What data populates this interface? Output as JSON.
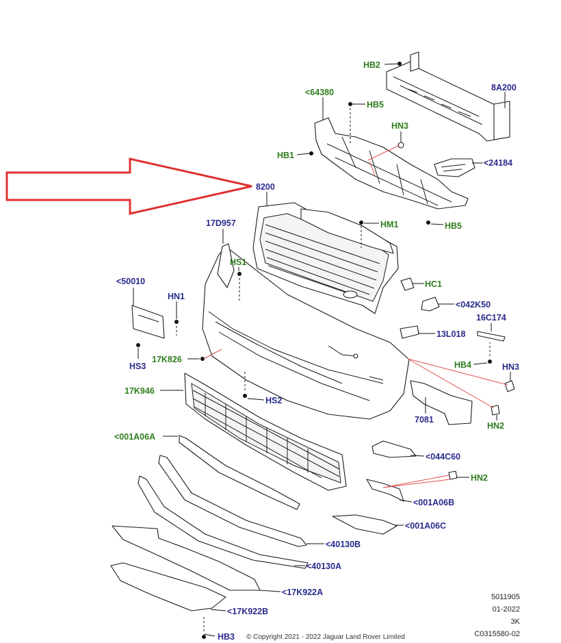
{
  "callouts": {
    "hb2": "HB2",
    "a8a200": "8A200",
    "p64380": "<64380",
    "hb5_top": "HB5",
    "hn3_top": "HN3",
    "hb1": "HB1",
    "p24184": "<24184",
    "a8200": "8200",
    "hm1": "HM1",
    "hb5_mid": "HB5",
    "d17d957": "17D957",
    "hs1": "HS1",
    "hc1": "HC1",
    "p042k50": "<042K50",
    "p50010": "<50010",
    "hn1": "HN1",
    "c16c174": "16C174",
    "l13l018": "13L018",
    "k17k826": "17K826",
    "hs3": "HS3",
    "hb4": "HB4",
    "hn3_right": "HN3",
    "k17k946": "17K946",
    "hs2": "HS2",
    "n7081": "7081",
    "hn2_right": "HN2",
    "p001a06a": "<001A06A",
    "p044c60": "<044C60",
    "hn2_lower": "HN2",
    "p001a06b": "<001A06B",
    "p001a06c": "<001A06C",
    "p40130b": "<40130B",
    "p40130a": "<40130A",
    "p17k922a": "<17K922A",
    "p17k922b": "<17K922B",
    "hb3": "HB3"
  },
  "footer": {
    "line1": "5011905",
    "line2": "01-2022",
    "line3": "3K",
    "line4": "C0315580-02",
    "copyright": "© Copyright 2021 - 2022 Jaguar Land Rover Limited"
  },
  "colors": {
    "arrow": "#e03030",
    "callout_green": "#2e7d1e",
    "callout_blue": "#2a2a8c"
  }
}
